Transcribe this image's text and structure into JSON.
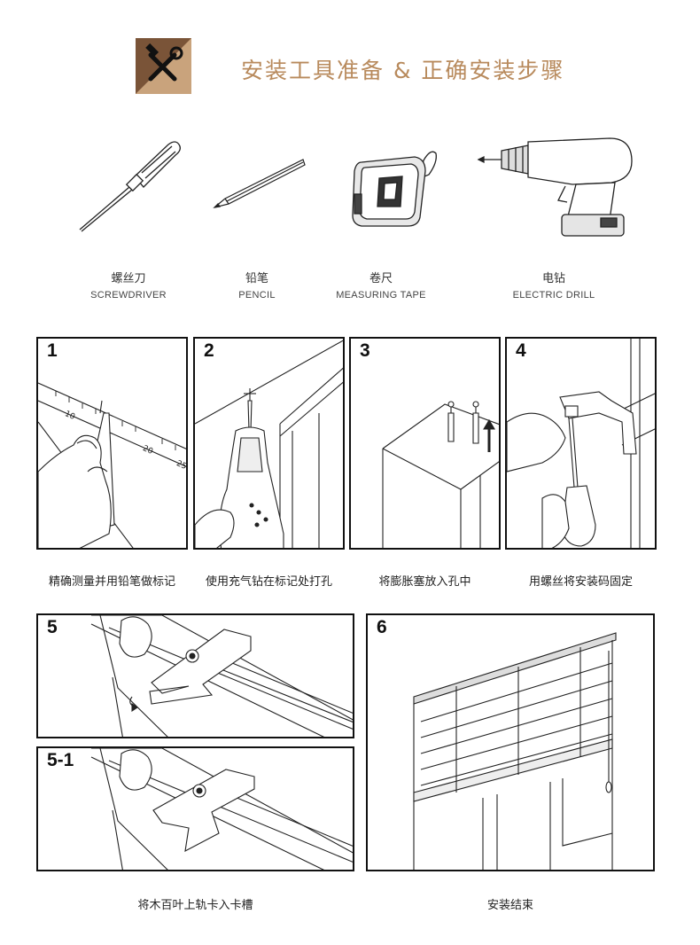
{
  "header": {
    "title": "安装工具准备 & 正确安装步骤",
    "logo_icon": "tools-icon",
    "accent_color": "#b88a5c",
    "logo_dark": "#7a5438",
    "logo_light": "#c9a37c"
  },
  "tools": [
    {
      "cn": "螺丝刀",
      "en": "SCREWDRIVER",
      "icon": "screwdriver-icon"
    },
    {
      "cn": "铅笔",
      "en": "PENCIL",
      "icon": "pencil-icon"
    },
    {
      "cn": "卷尺",
      "en": "MEASURING TAPE",
      "icon": "measuring-tape-icon"
    },
    {
      "cn": "电钻",
      "en": "ELECTRIC DRILL",
      "icon": "electric-drill-icon"
    }
  ],
  "steps": [
    {
      "num": "1",
      "caption": "精确测量并用铅笔做标记"
    },
    {
      "num": "2",
      "caption": "使用充气钻在标记处打孔"
    },
    {
      "num": "3",
      "caption": "将膨胀塞放入孔中"
    },
    {
      "num": "4",
      "caption": "用螺丝将安装码固定"
    },
    {
      "num": "5",
      "caption": ""
    },
    {
      "num": "5-1",
      "caption": "将木百叶上轨卡入卡槽"
    },
    {
      "num": "6",
      "caption": "安装结束"
    }
  ],
  "ruler_marks": [
    "10",
    "20",
    "25"
  ]
}
